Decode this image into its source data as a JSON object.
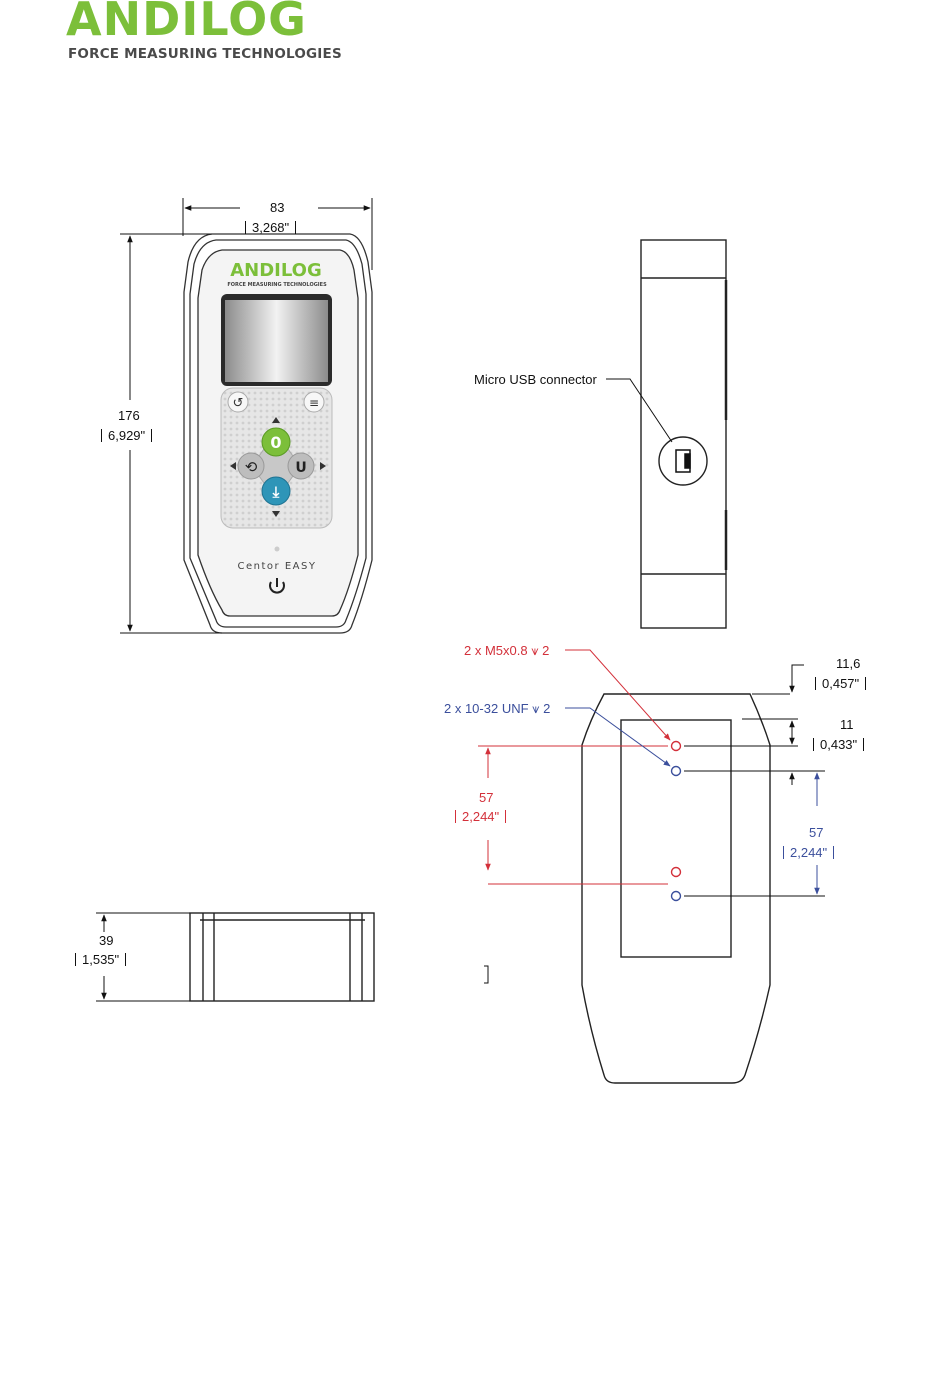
{
  "brand": {
    "name": "ANDILOG",
    "tagline": "FORCE MEASURING TECHNOLOGIES"
  },
  "device": {
    "model": "Centor EASY",
    "screen_brand": "ANDILOG",
    "screen_tagline": "FORCE MEASURING TECHNOLOGIES",
    "keys": {
      "zero": "0",
      "unit": "U"
    }
  },
  "dimensions": {
    "width_mm": "83",
    "width_in": "3,268\"",
    "height_mm": "176",
    "height_in": "6,929\"",
    "depth_mm": "39",
    "depth_in": "1,535\"",
    "top_offset_mm": "11,6",
    "top_offset_in": "0,457\"",
    "second_offset_mm": "11",
    "second_offset_in": "0,433\"",
    "m5_spacing_mm": "57",
    "m5_spacing_in": "2,244\"",
    "unf_spacing_mm": "57",
    "unf_spacing_in": "2,244\""
  },
  "callouts": {
    "usb": "Micro USB connector",
    "m5": "2 x M5x0.8 ⩛ 2",
    "unf": "2 x 10-32 UNF ⩛ 2"
  },
  "colors": {
    "brand_green": "#7cbf3a",
    "thread_red": "#d3303a",
    "thread_blue": "#3b4f9c",
    "key_teal": "#2e95b8"
  }
}
